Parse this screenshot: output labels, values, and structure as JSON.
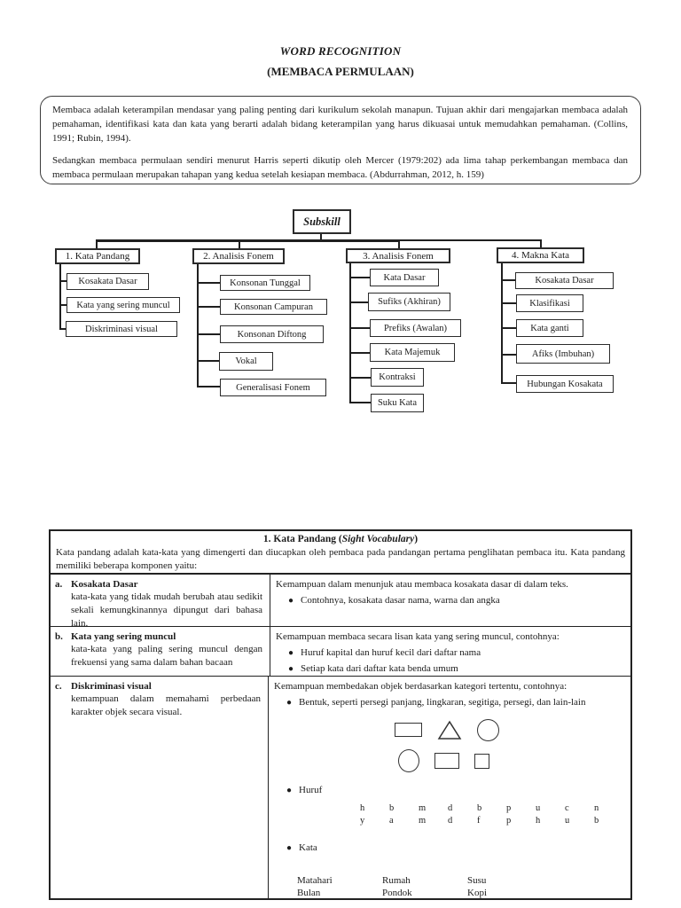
{
  "header": {
    "title": "WORD RECOGNITION",
    "subtitle": "(MEMBACA PERMULAAN)"
  },
  "intro": {
    "p1": "Membaca adalah keterampilan mendasar yang paling penting dari kurikulum sekolah manapun. Tujuan akhir dari mengajarkan membaca adalah pemahaman, identifikasi kata dan kata yang berarti adalah bidang keterampilan yang harus dikuasai untuk memudahkan pemahaman. (Collins, 1991; Rubin, 1994).",
    "p2": "Sedangkan membaca permulaan sendiri menurut Harris seperti dikutip oleh Mercer (1979:202) ada lima tahap perkembangan membaca dan membaca permulaan merupakan tahapan yang kedua setelah kesiapan membaca. (Abdurrahman, 2012, h. 159)"
  },
  "diagram": {
    "root": "Subskill",
    "branches": [
      {
        "label": "1. Kata Pandang",
        "children": [
          "Kosakata Dasar",
          "Kata yang sering muncul",
          "Diskriminasi visual"
        ]
      },
      {
        "label": "2. Analisis Fonem",
        "children": [
          "Konsonan Tunggal",
          "Konsonan Campuran",
          "Konsonan Diftong",
          "Vokal",
          "Generalisasi Fonem"
        ]
      },
      {
        "label": "3. Analisis Fonem",
        "children": [
          "Kata Dasar",
          "Sufiks (Akhiran)",
          "Prefiks (Awalan)",
          "Kata Majemuk",
          "Kontraksi",
          "Suku Kata"
        ]
      },
      {
        "label": "4. Makna Kata",
        "children": [
          "Kosakata Dasar",
          "Klasifikasi",
          "Kata ganti",
          "Afiks (Imbuhan)",
          "Hubungan Kosakata"
        ]
      }
    ]
  },
  "table": {
    "title": {
      "pre": "1. Kata Pandang (",
      "italic": "Sight Vocabulary",
      "post": ")"
    },
    "description": "Kata pandang adalah kata-kata yang dimengerti dan diucapkan oleh pembaca pada pandangan pertama penglihatan pembaca itu. Kata pandang memiliki beberapa komponen yaitu:",
    "rows": [
      {
        "letter": "a.",
        "term": "Kosakata Dasar",
        "definition": "kata-kata yang tidak mudah berubah atau sedikit sekali kemungkinannya dipungut dari bahasa lain.",
        "desc": "Kemampuan dalam menunjuk atau membaca kosakata dasar di dalam teks.",
        "bullet1": "Contohnya, kosakata dasar nama, warna dan angka"
      },
      {
        "letter": "b.",
        "term": "Kata yang sering muncul",
        "definition": "kata-kata yang paling sering muncul dengan frekuensi yang sama dalam bahan bacaan",
        "desc": "Kemampuan membaca secara lisan kata yang sering muncul, contohnya:",
        "bullet1": "Huruf kapital dan huruf kecil dari daftar nama",
        "bullet2": "Setiap kata dari daftar kata benda umum"
      },
      {
        "letter": "c.",
        "term": "Diskriminasi visual",
        "definition": "kemampuan dalam memahami perbedaan karakter objek secara visual.",
        "desc": "Kemampuan membedakan objek berdasarkan kategori tertentu, contohnya:",
        "bullet1": "Bentuk, seperti persegi panjang, lingkaran, segitiga, persegi, dan lain-lain",
        "bullet_huruf": "Huruf",
        "bullet_kata": "Kata",
        "shapes_row1": [
          "rectangle",
          "triangle",
          "circle"
        ],
        "shapes_row2": [
          "circle",
          "rectangle",
          "square"
        ],
        "letters_row1": [
          "h",
          "b",
          "m",
          "d",
          "b",
          "p",
          "u",
          "c",
          "n"
        ],
        "letters_row2": [
          "y",
          "a",
          "m",
          "d",
          "f",
          "p",
          "h",
          "u",
          "b"
        ],
        "words_row1": [
          "Matahari",
          "Rumah",
          "Susu"
        ],
        "words_row2": [
          "Bulan",
          "Pondok",
          "Kopi"
        ]
      }
    ]
  },
  "colors": {
    "ink": "#1c1c1c",
    "line": "#1f1f1f",
    "page": "#ffffff"
  }
}
